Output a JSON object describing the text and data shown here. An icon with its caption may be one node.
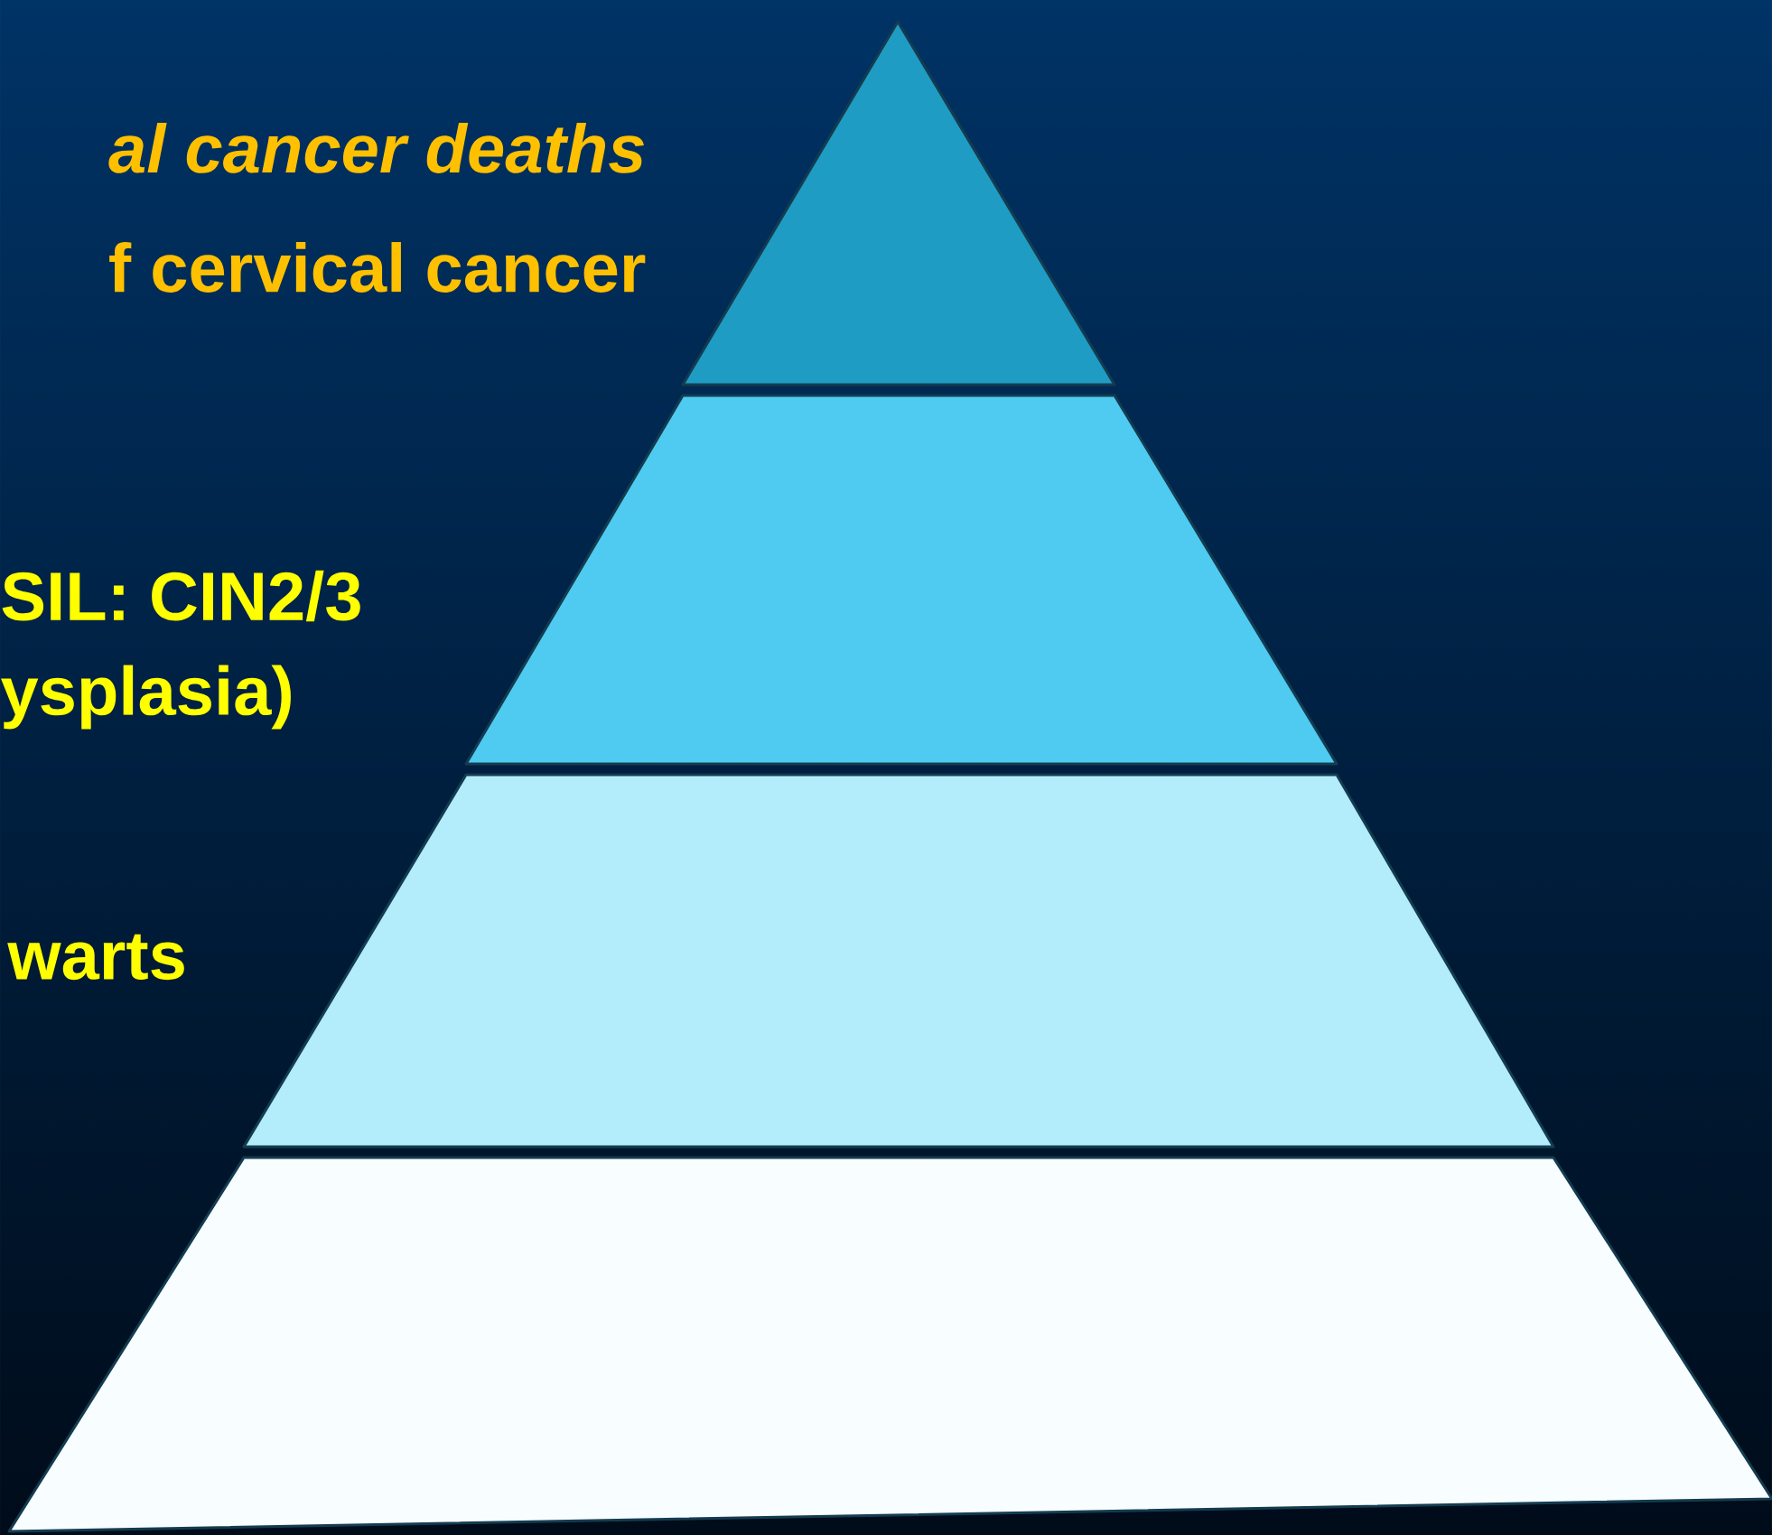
{
  "diagram": {
    "nodes": [
      {
        "text": [],
        "shape": "triangle",
        "beside": [
          "al cancer deaths",
          "f cervical cancer"
        ]
      },
      {
        "text": [],
        "shape": "trapezoid",
        "beside": [
          "SIL: CIN2/3",
          "ysplasia)"
        ]
      },
      {
        "text": [],
        "shape": "trapezoid",
        "beside": [
          "warts"
        ]
      },
      {
        "text": [],
        "shape": "trapezoid"
      }
    ]
  }
}
